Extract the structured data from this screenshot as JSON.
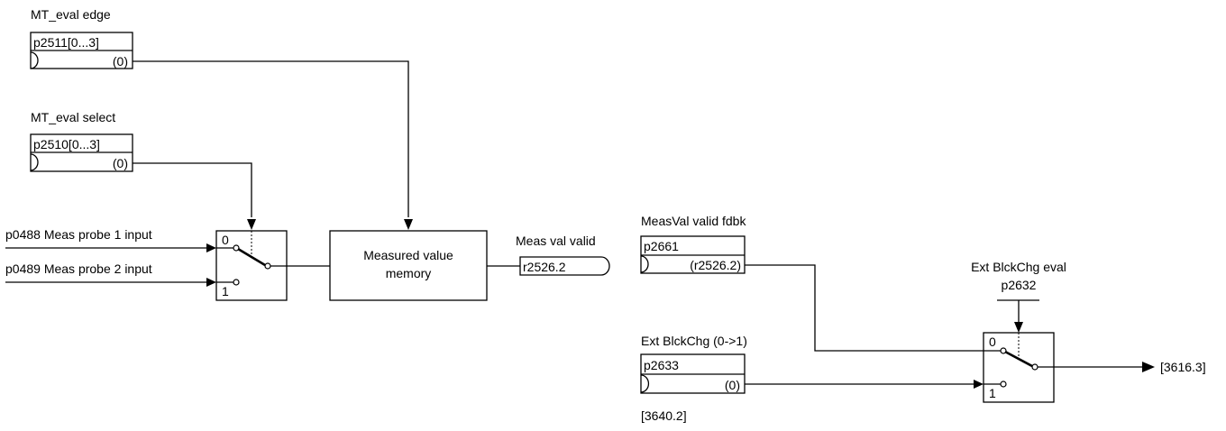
{
  "mt_eval_edge": {
    "title": "MT_eval edge",
    "param": "p2511[0...3]",
    "value": "(0)"
  },
  "mt_eval_select": {
    "title": "MT_eval select",
    "param": "p2510[0...3]",
    "value": "(0)"
  },
  "inputs": {
    "probe1": "p0488 Meas probe 1 input",
    "probe2": "p0489 Meas probe 2 input"
  },
  "switch1": {
    "pos0": "0",
    "pos1": "1"
  },
  "memory": {
    "line1": "Measured value",
    "line2": "memory"
  },
  "meas_val_valid": {
    "title": "Meas val valid",
    "param": "r2526.2"
  },
  "measval_fdbk": {
    "title": "MeasVal valid fdbk",
    "param": "p2661",
    "value": "(r2526.2)"
  },
  "ext_blckchg_eval": {
    "title": "Ext BlckChg eval",
    "param": "p2632"
  },
  "ext_blckchg": {
    "title": "Ext BlckChg (0->1)",
    "param": "p2633",
    "value": "(0)",
    "ref": "[3640.2]"
  },
  "switch2": {
    "pos0": "0",
    "pos1": "1"
  },
  "output_ref": "[3616.3]"
}
